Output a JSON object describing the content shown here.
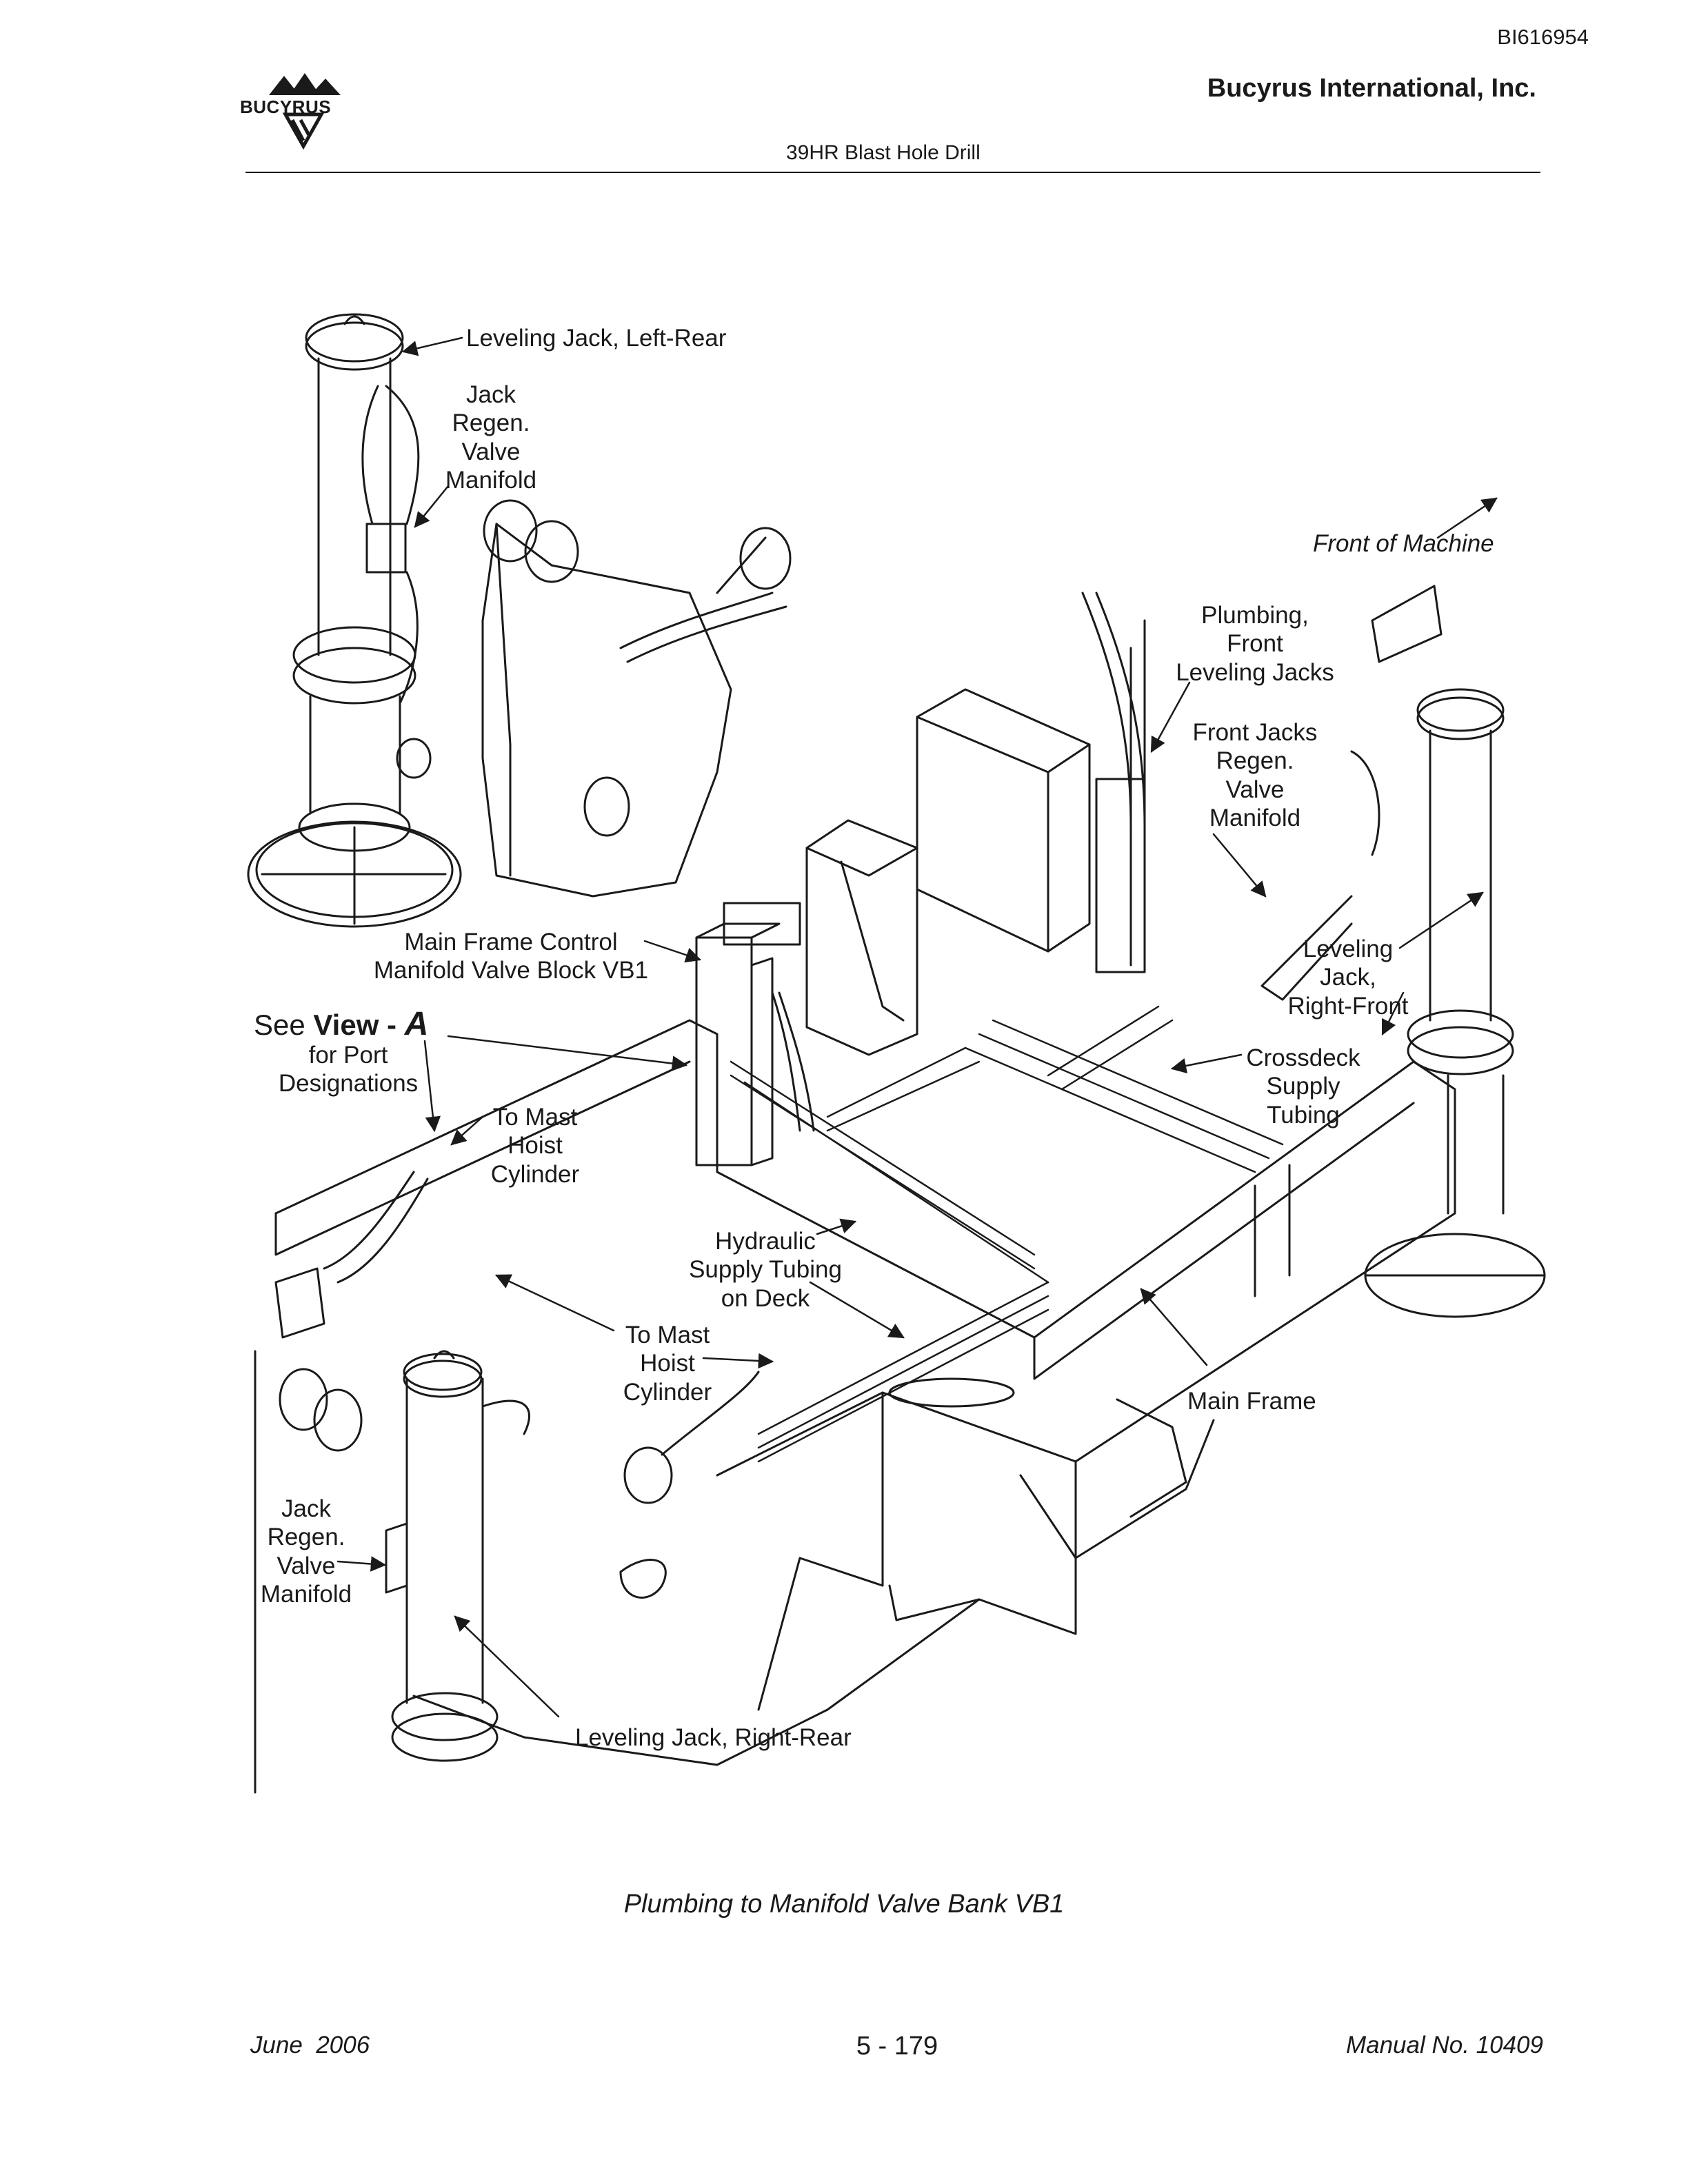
{
  "header": {
    "document_id": "BI616954",
    "company": "Bucyrus International, Inc.",
    "product": "39HR Blast Hole Drill",
    "logo_text": "BUCYRUS"
  },
  "diagram": {
    "labels": {
      "leveling_jack_left_rear": "Leveling Jack, Left-Rear",
      "jack_regen_valve_manifold_top": "Jack\nRegen.\nValve\nManifold",
      "front_of_machine": "Front of Machine",
      "plumbing_front_leveling_jacks": "Plumbing,\nFront\nLeveling Jacks",
      "front_jacks_regen_valve_manifold": "Front Jacks\nRegen.\nValve\nManifold",
      "main_frame_control_manifold": "Main Frame Control\nManifold Valve Block VB1",
      "leveling_jack_right_front": "Leveling\nJack,\nRight-Front",
      "see_view_prefix": "See",
      "see_view_word": "View -",
      "see_view_letter": "A",
      "for_port_designations": "for Port\nDesignations",
      "to_mast_hoist_cylinder_upper": "To Mast\nHoist\nCylinder",
      "crossdeck_supply_tubing": "Crossdeck\nSupply\nTubing",
      "hydraulic_supply_tubing": "Hydraulic\nSupply Tubing\non Deck",
      "to_mast_hoist_cylinder_lower": "To Mast\nHoist\nCylinder",
      "main_frame": "Main Frame",
      "jack_regen_valve_manifold_bottom": "Jack\nRegen.\nValve\nManifold",
      "leveling_jack_right_rear": "Leveling Jack, Right-Rear"
    },
    "caption": "Plumbing to Manifold Valve Bank VB1"
  },
  "footer": {
    "date": "June  2006",
    "page": "5 - 179",
    "manual": "Manual No. 10409"
  },
  "colors": {
    "ink": "#1a1a1a",
    "paper": "#ffffff"
  }
}
